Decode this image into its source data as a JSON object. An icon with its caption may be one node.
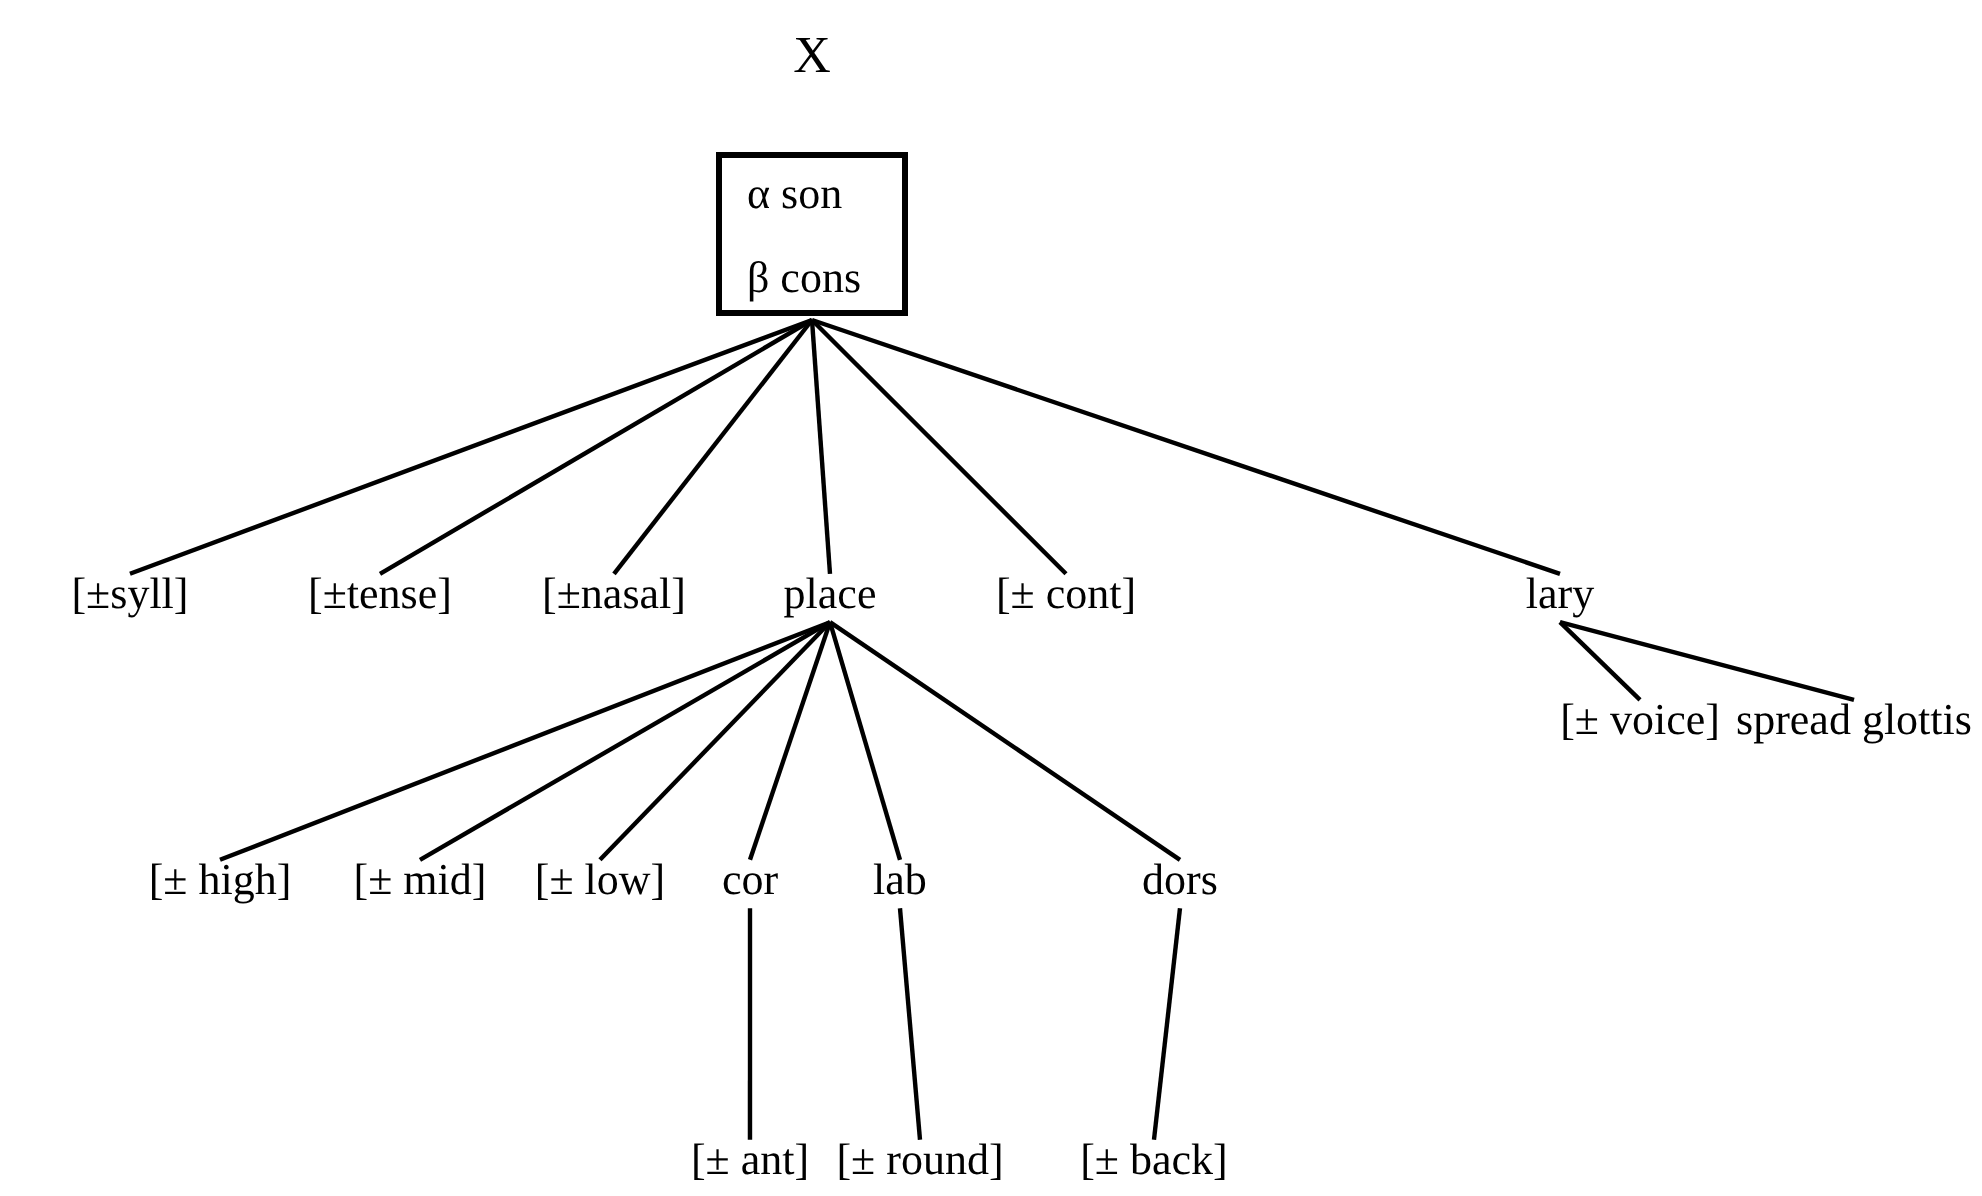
{
  "diagram": {
    "nodes": [
      {
        "text": [
          "α son",
          "β cons"
        ]
      },
      {
        "text": [
          "[±syll]"
        ]
      },
      {
        "text": [
          "[±tense]"
        ]
      },
      {
        "text": [
          "[±nasal]"
        ]
      },
      {
        "text": [
          "place"
        ]
      },
      {
        "text": [
          "[± cont]"
        ]
      },
      {
        "text": [
          "lary"
        ]
      },
      {
        "text": [
          "[± voice]"
        ]
      },
      {
        "text": [
          "spread glottis"
        ]
      },
      {
        "text": [
          "[± high]"
        ]
      },
      {
        "text": [
          "[± mid]"
        ]
      },
      {
        "text": [
          "[± low]"
        ]
      },
      {
        "text": [
          "cor"
        ]
      },
      {
        "text": [
          "lab"
        ]
      },
      {
        "text": [
          "dors"
        ]
      },
      {
        "text": [
          "[± ant]"
        ]
      },
      {
        "text": [
          "[± round]"
        ]
      },
      {
        "text": [
          "[± back]"
        ]
      }
    ],
    "edges": [
      {
        "from": 0,
        "to": 1,
        "arrow": "none"
      },
      {
        "from": 0,
        "to": 2,
        "arrow": "none"
      },
      {
        "from": 0,
        "to": 3,
        "arrow": "none"
      },
      {
        "from": 0,
        "to": 4,
        "arrow": "none"
      },
      {
        "from": 0,
        "to": 5,
        "arrow": "none"
      },
      {
        "from": 0,
        "to": 6,
        "arrow": "none"
      },
      {
        "from": 6,
        "to": 7,
        "arrow": "none"
      },
      {
        "from": 6,
        "to": 8,
        "arrow": "none"
      },
      {
        "from": 4,
        "to": 9,
        "arrow": "none"
      },
      {
        "from": 4,
        "to": 10,
        "arrow": "none"
      },
      {
        "from": 4,
        "to": 11,
        "arrow": "none"
      },
      {
        "from": 4,
        "to": 12,
        "arrow": "none"
      },
      {
        "from": 4,
        "to": 13,
        "arrow": "none"
      },
      {
        "from": 4,
        "to": 14,
        "arrow": "none"
      },
      {
        "from": 12,
        "to": 15,
        "arrow": "none"
      },
      {
        "from": 13,
        "to": 16,
        "arrow": "none"
      },
      {
        "from": 14,
        "to": 17,
        "arrow": "none"
      }
    ],
    "labels": [
      "X"
    ]
  }
}
